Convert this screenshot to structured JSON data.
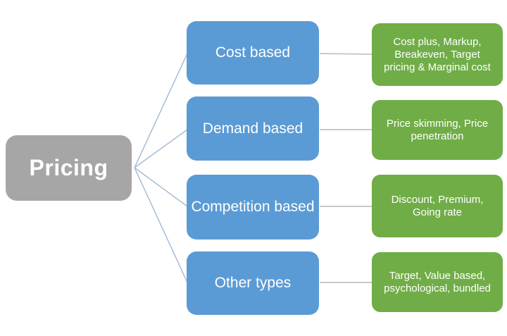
{
  "diagram": {
    "title_hint": "Pricing strategies mind map",
    "colors": {
      "root_bg": "#a6a6a6",
      "category_bg": "#5b9bd5",
      "detail_bg": "#70ad47",
      "fan_line": "#a9bdd3",
      "connector_line": "#c9c9c9",
      "text": "#ffffff",
      "background": "#ffffff"
    },
    "root": {
      "label": "Pricing"
    },
    "branches": [
      {
        "category": "Cost based",
        "details": "Cost plus, Markup, Breakeven, Target pricing & Marginal cost"
      },
      {
        "category": "Demand based",
        "details": "Price skimming, Price penetration"
      },
      {
        "category": "Competition based",
        "details": "Discount, Premium, Going rate"
      },
      {
        "category": "Other types",
        "details": "Target, Value based, psychological, bundled"
      }
    ]
  }
}
